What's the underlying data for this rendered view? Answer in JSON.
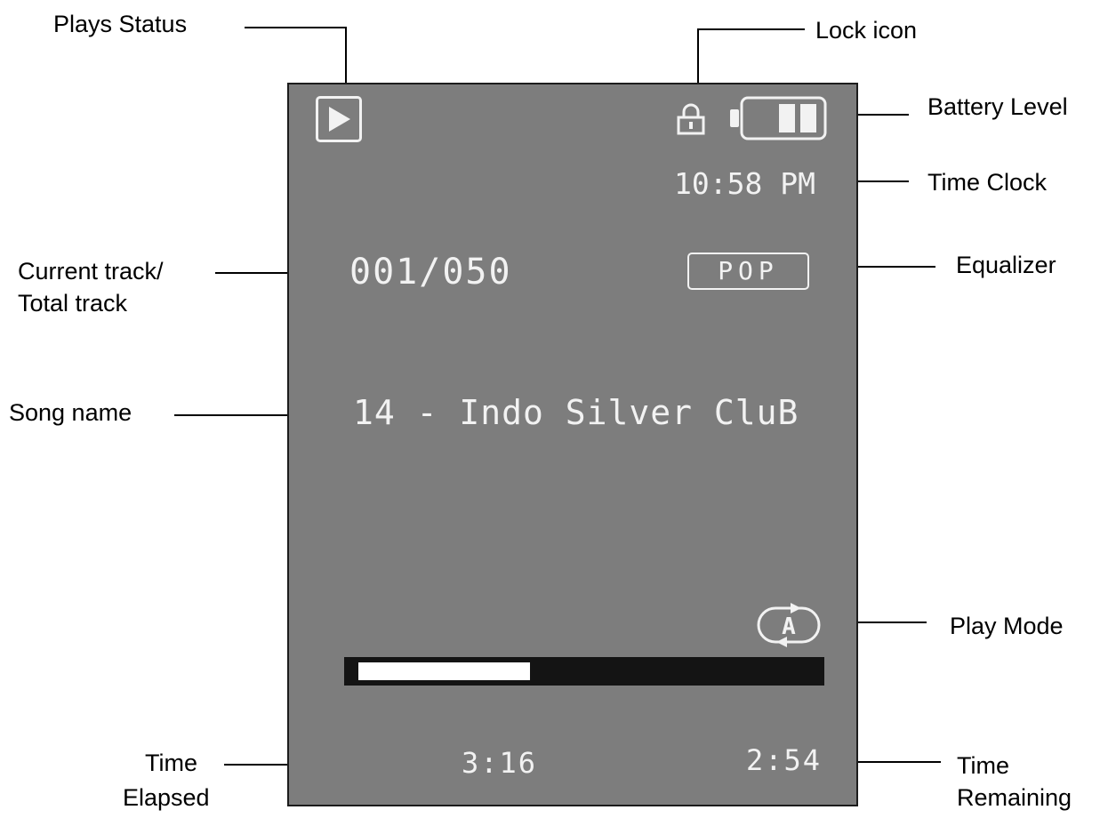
{
  "callouts": {
    "plays_status": "Plays Status",
    "lock_icon": "Lock icon",
    "battery_level": "Battery Level",
    "time_clock": "Time Clock",
    "current_track_line1": "Current track/",
    "current_track_line2": "Total track",
    "equalizer": "Equalizer",
    "song_name": "Song name",
    "play_mode": "Play Mode",
    "time_elapsed_line1": "Time",
    "time_elapsed_line2": "Elapsed",
    "time_remaining_line1": "Time",
    "time_remaining_line2": "Remaining"
  },
  "screen": {
    "clock": "10:58 PM",
    "track_counter": "001/050",
    "equalizer": "POP",
    "song": "14 - Indo Silver CluB",
    "elapsed": "3:16",
    "remaining": "2:54",
    "progress_fraction": 0.38,
    "play_status_icon": "play-icon",
    "lock_icon": "lock-icon",
    "battery_icon": "battery-icon",
    "play_mode_icon": "repeat-all-icon",
    "play_mode_letter": "A"
  },
  "colors": {
    "screen_bg": "#7d7d7d",
    "screen_text": "#f2f2f2",
    "progress_track": "#141414",
    "progress_fill": "#ffffff"
  }
}
